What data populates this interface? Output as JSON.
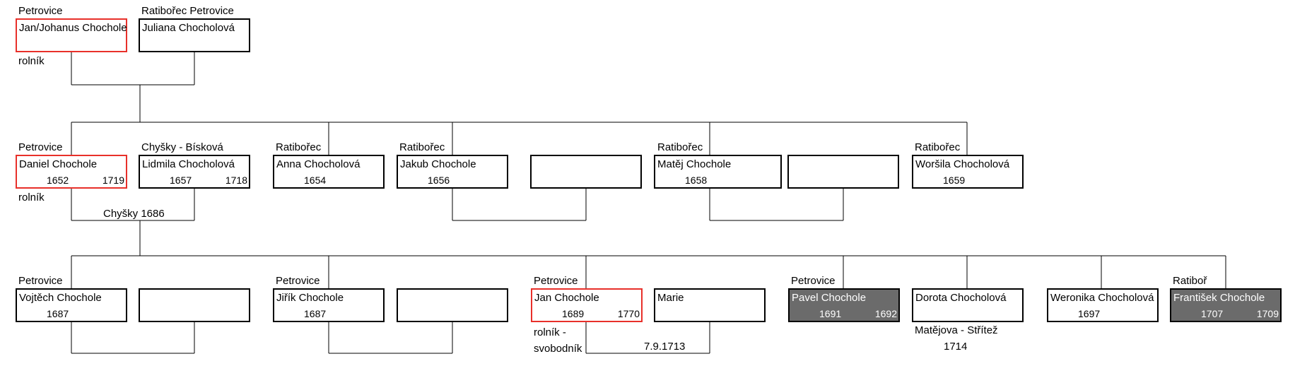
{
  "generations": [
    {
      "persons": [
        {
          "id": "jan_johanus",
          "name": "Jan/Johanus Chochole",
          "place": "Petrovice",
          "birth": "",
          "death": "",
          "note": "rolník",
          "highlight": "red"
        },
        {
          "id": "juliana",
          "name": "Juliana Chocholová",
          "place": "Ratibořec  Petrovice",
          "birth": "",
          "death": "",
          "note": "",
          "highlight": "none"
        }
      ]
    },
    {
      "persons": [
        {
          "id": "daniel",
          "name": "Daniel Chochole",
          "place": "Petrovice",
          "birth": "1652",
          "death": "1719",
          "note": "rolník",
          "highlight": "red"
        },
        {
          "id": "lidmila",
          "name": "Lidmila Chocholová",
          "place": "Chyšky - Bísková",
          "birth": "1657",
          "death": "1718",
          "note": "",
          "highlight": "none"
        },
        {
          "id": "anna",
          "name": "Anna Chocholová",
          "place": "Ratibořec",
          "birth": "1654",
          "death": "",
          "note": "",
          "highlight": "none"
        },
        {
          "id": "jakub",
          "name": "Jakub Chochole",
          "place": "Ratibořec",
          "birth": "1656",
          "death": "",
          "note": "",
          "highlight": "none"
        },
        {
          "id": "jakub_spouse",
          "name": "",
          "place": "",
          "birth": "",
          "death": "",
          "note": "",
          "highlight": "none"
        },
        {
          "id": "matej",
          "name": "Matěj Chochole",
          "place": "Ratibořec",
          "birth": "1658",
          "death": "",
          "note": "",
          "highlight": "none"
        },
        {
          "id": "matej_spouse",
          "name": "",
          "place": "",
          "birth": "",
          "death": "",
          "note": "",
          "highlight": "none"
        },
        {
          "id": "worsila",
          "name": "Woršila Chocholová",
          "place": "Ratibořec",
          "birth": "1659",
          "death": "",
          "note": "",
          "highlight": "none"
        }
      ]
    },
    {
      "persons": [
        {
          "id": "vojtech",
          "name": "Vojtěch Chochole",
          "place": "Petrovice",
          "birth": "1687",
          "death": "",
          "note": "",
          "highlight": "none"
        },
        {
          "id": "vojtech_spouse",
          "name": "",
          "place": "",
          "birth": "",
          "death": "",
          "note": "",
          "highlight": "none"
        },
        {
          "id": "jirik",
          "name": "Jiřík Chochole",
          "place": "Petrovice",
          "birth": "1687",
          "death": "",
          "note": "",
          "highlight": "none"
        },
        {
          "id": "jirik_spouse",
          "name": "",
          "place": "",
          "birth": "",
          "death": "",
          "note": "",
          "highlight": "none"
        },
        {
          "id": "jan",
          "name": "Jan Chochole",
          "place": "Petrovice",
          "birth": "1689",
          "death": "1770",
          "note": "rolník -\nsvobodník",
          "highlight": "red"
        },
        {
          "id": "marie",
          "name": "Marie",
          "place": "",
          "birth": "",
          "death": "",
          "note": "",
          "highlight": "none"
        },
        {
          "id": "pavel",
          "name": "Pavel Chochole",
          "place": "Petrovice",
          "birth": "1691",
          "death": "1692",
          "note": "",
          "highlight": "deceased"
        },
        {
          "id": "dorota",
          "name": "Dorota Chocholová",
          "place": "",
          "birth": "",
          "death": "",
          "note": "Matějova - Střítež",
          "highlight": "none"
        },
        {
          "id": "weronika",
          "name": "Weronika Chocholová",
          "place": "",
          "birth": "1697",
          "death": "",
          "note": "",
          "highlight": "none"
        },
        {
          "id": "frantisek",
          "name": "František Chochole",
          "place": "Ratiboř",
          "birth": "1707",
          "death": "1709",
          "note": "",
          "highlight": "deceased"
        }
      ]
    }
  ],
  "marriages": [
    {
      "id": "m1",
      "label": ""
    },
    {
      "id": "m2",
      "label": "Chyšky 1686"
    },
    {
      "id": "m3",
      "label": ""
    },
    {
      "id": "m4",
      "label": ""
    },
    {
      "id": "m5",
      "label": "7.9.1713"
    },
    {
      "id": "m6",
      "label": ""
    },
    {
      "id": "m7",
      "label": ""
    }
  ],
  "extra_labels": {
    "dorota_year": "1714"
  },
  "colors": {
    "direct_line_border": "#e8302a",
    "deceased_fill": "#6b6b6b",
    "line": "#000000"
  }
}
